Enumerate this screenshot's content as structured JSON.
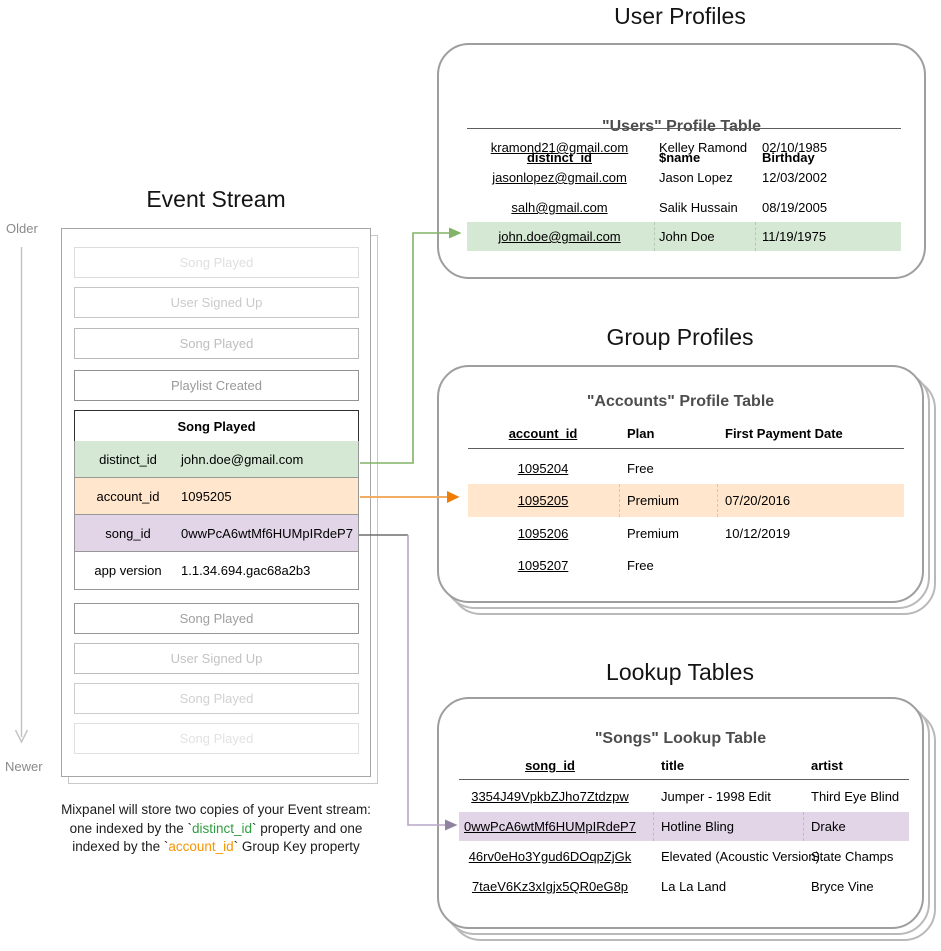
{
  "titles": {
    "event_stream": "Event Stream",
    "user_profiles": "User Profiles",
    "group_profiles": "Group Profiles",
    "lookup_tables": "Lookup Tables"
  },
  "timeline": {
    "older": "Older",
    "newer": "Newer"
  },
  "event_stream": {
    "events_before": [
      "Song Played",
      "User Signed Up",
      "Song Played",
      "Playlist Created"
    ],
    "expanded_event": {
      "name": "Song Played",
      "properties": [
        {
          "key": "distinct_id",
          "value": "john.doe@gmail.com",
          "highlight": "green"
        },
        {
          "key": "account_id",
          "value": "1095205",
          "highlight": "orange"
        },
        {
          "key": "song_id",
          "value": "0wwPcA6wtMf6HUMpIRdeP7",
          "highlight": "purple"
        },
        {
          "key": "app version",
          "value": "1.1.34.694.gac68a2b3",
          "highlight": "none"
        }
      ]
    },
    "events_after": [
      "Song Played",
      "User Signed Up",
      "Song Played",
      "Song Played"
    ]
  },
  "users_table": {
    "title": "\"Users\" Profile Table",
    "columns": [
      "distinct_id",
      "$name",
      "Birthday"
    ],
    "rows": [
      {
        "distinct_id": "kramond21@gmail.com",
        "name": "Kelley Ramond",
        "birthday": "02/10/1985"
      },
      {
        "distinct_id": "jasonlopez@gmail.com",
        "name": "Jason Lopez",
        "birthday": "12/03/2002"
      },
      {
        "distinct_id": "salh@gmail.com",
        "name": "Salik Hussain",
        "birthday": "08/19/2005"
      },
      {
        "distinct_id": "john.doe@gmail.com",
        "name": "John Doe",
        "birthday": "11/19/1975"
      }
    ],
    "highlighted_row_index": 3
  },
  "accounts_table": {
    "title": "\"Accounts\" Profile Table",
    "columns": [
      "account_id",
      "Plan",
      "First Payment Date"
    ],
    "rows": [
      {
        "account_id": "1095204",
        "plan": "Free",
        "first_payment_date": ""
      },
      {
        "account_id": "1095205",
        "plan": "Premium",
        "first_payment_date": "07/20/2016"
      },
      {
        "account_id": "1095206",
        "plan": "Premium",
        "first_payment_date": "10/12/2019"
      },
      {
        "account_id": "1095207",
        "plan": "Free",
        "first_payment_date": ""
      }
    ],
    "highlighted_row_index": 1
  },
  "songs_table": {
    "title": "\"Songs\" Lookup Table",
    "columns": [
      "song_id",
      "title",
      "artist"
    ],
    "rows": [
      {
        "song_id": "3354J49VpkbZJho7Ztdzpw",
        "title": "Jumper - 1998 Edit",
        "artist": "Third Eye Blind"
      },
      {
        "song_id": "0wwPcA6wtMf6HUMpIRdeP7",
        "title": "Hotline Bling",
        "artist": "Drake"
      },
      {
        "song_id": "46rv0eHo3Ygud6DOqpZjGk",
        "title": "Elevated (Acoustic Version)",
        "artist": "State Champs"
      },
      {
        "song_id": "7taeV6Kz3xIgjx5QR0eG8p",
        "title": "La La Land",
        "artist": "Bryce Vine"
      }
    ],
    "highlighted_row_index": 1
  },
  "caption": {
    "line1": "Mixpanel will store two copies of your Event stream:",
    "line2_pre": "one indexed by the `",
    "line2_key": "distinct_id",
    "line2_post": "` property and one",
    "line3_pre": "indexed by the `",
    "line3_key": "account_id",
    "line3_post": "` Group Key property"
  },
  "colors": {
    "highlight_green": "#d5e8d4",
    "highlight_orange": "#ffe6cc",
    "highlight_purple": "#e1d5e7",
    "arrow_green": "#82b366",
    "arrow_orange_line": "#f2ad62",
    "arrow_orange_head": "#ef7d05",
    "arrow_purple_line": "#b7a6c7",
    "arrow_purple_head": "#91839f",
    "caption_green": "#2f9e41",
    "caption_orange": "#f79400"
  }
}
